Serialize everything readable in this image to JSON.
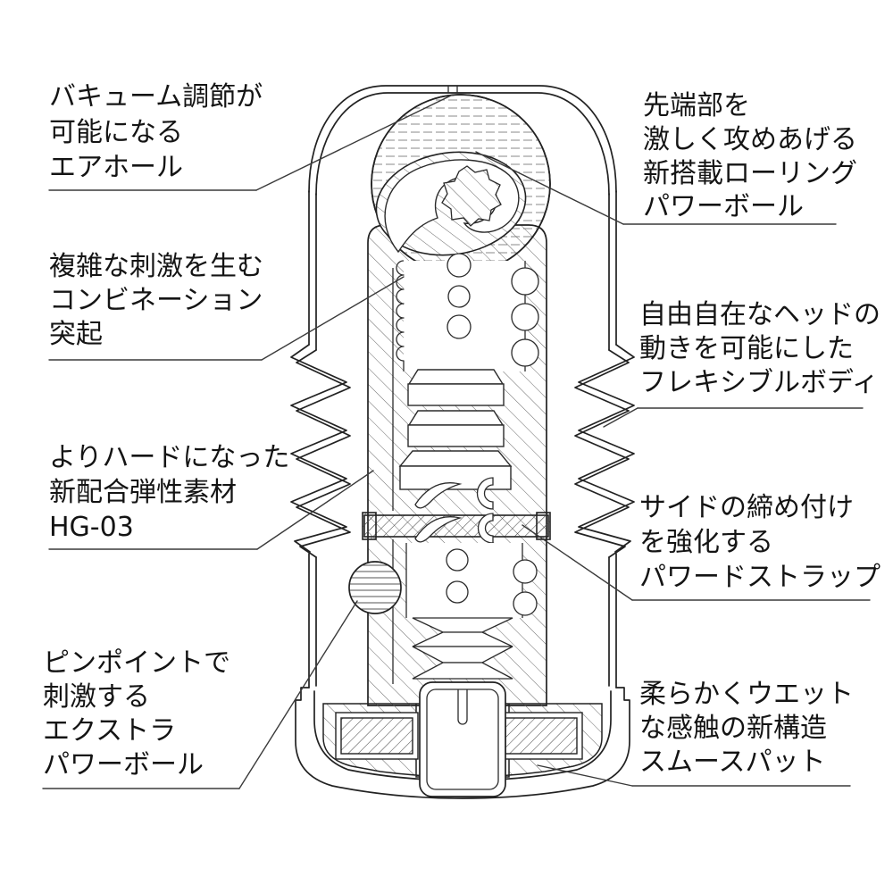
{
  "diagram": {
    "kind": "product-cross-section",
    "labels": {
      "air_hole": {
        "lines": [
          "バキューム調節が",
          "可能になる",
          "エアホール"
        ]
      },
      "combination_bumps": {
        "lines": [
          "複雑な刺激を生む",
          "コンビネーション",
          "突起"
        ]
      },
      "hg03": {
        "lines": [
          "よりハードになった",
          "新配合弾性素材",
          "HG-03"
        ]
      },
      "extra_power_ball": {
        "lines": [
          "ピンポイントで",
          "刺激する",
          "エクストラ",
          "パワーボール"
        ]
      },
      "rolling_power_ball": {
        "lines": [
          "先端部を",
          "激しく攻めあげる",
          "新搭載ローリング",
          "パワーボール"
        ]
      },
      "flexible_body": {
        "lines": [
          "自由自在なヘッドの",
          "動きを可能にした",
          "フレキシブルボディ"
        ]
      },
      "powered_strap": {
        "lines": [
          "サイドの締め付け",
          "を強化する",
          "パワードストラップ"
        ]
      },
      "smooth_pad": {
        "lines": [
          "柔らかくウエット",
          "な感触の新構造",
          "スムースパット"
        ]
      }
    },
    "colors": {
      "background": "#ffffff",
      "outline": "#222222",
      "hatch": "#666666",
      "hatch_dense": "#555555",
      "ball_hatch": "#8a8a8a",
      "leader": "#3a3a3a",
      "text": "#141414"
    }
  }
}
